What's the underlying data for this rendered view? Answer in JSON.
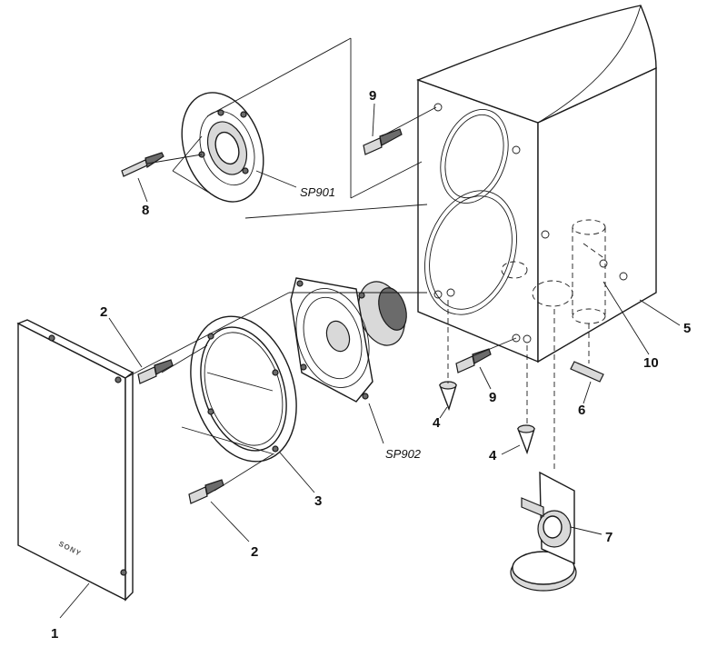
{
  "callouts": {
    "c1": "1",
    "c2a": "2",
    "c2b": "2",
    "c3": "3",
    "c4a": "4",
    "c4b": "4",
    "c5": "5",
    "c6": "6",
    "c7": "7",
    "c8": "8",
    "c9a": "9",
    "c9b": "9",
    "c10": "10"
  },
  "references": {
    "tweeter": "SP901",
    "woofer": "SP902"
  },
  "grille_logo": "SONY"
}
